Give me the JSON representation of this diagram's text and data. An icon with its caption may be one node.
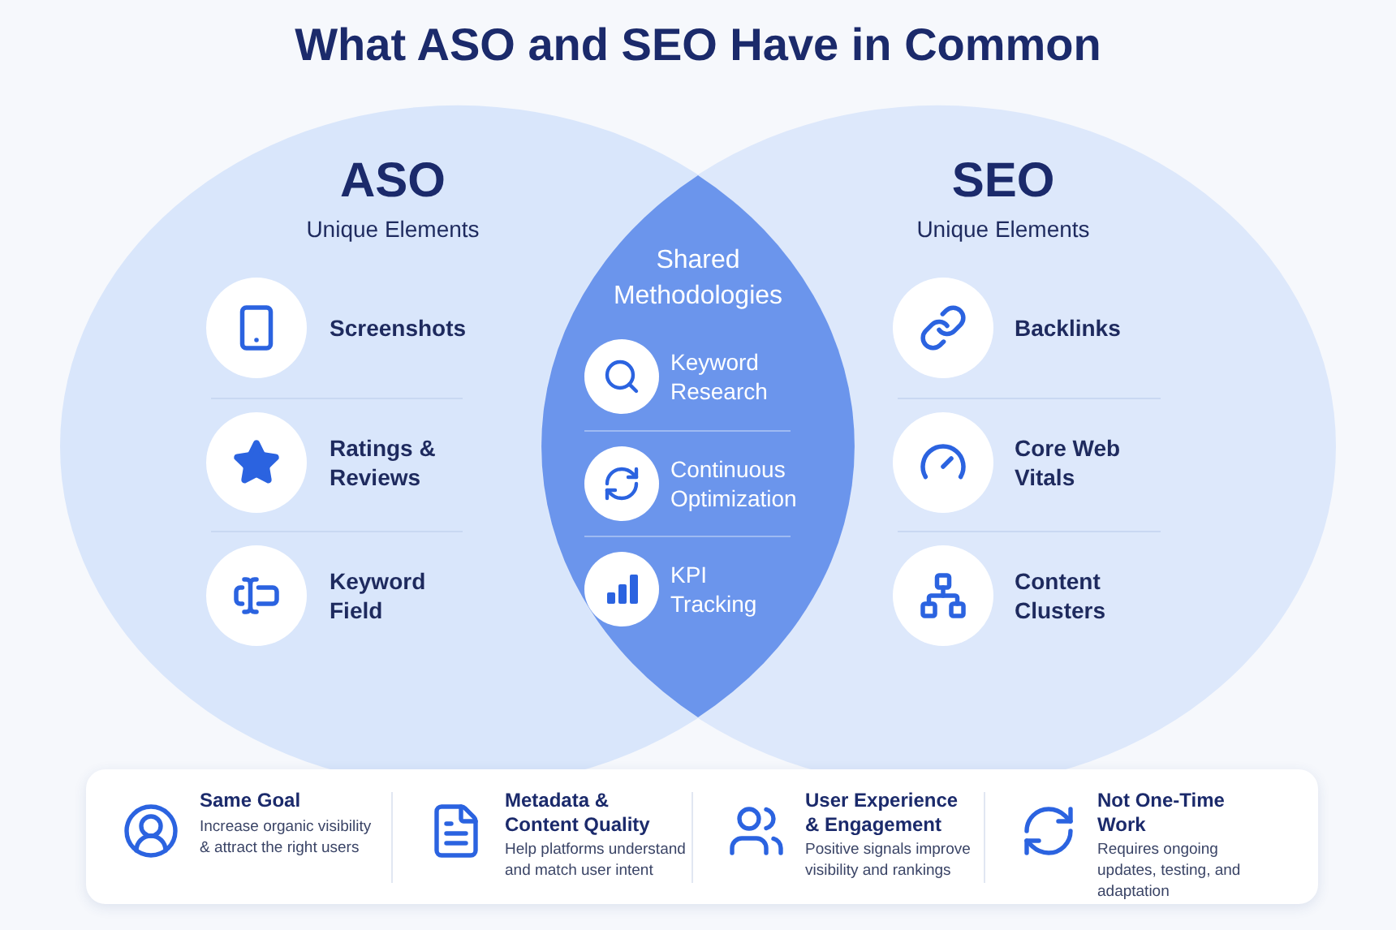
{
  "diagram": {
    "title": "What ASO and SEO Have in Common",
    "nodes": [
      {
        "text": [
          "ASO",
          "Unique Elements"
        ]
      },
      {
        "text": [
          "SEO",
          "Unique Elements"
        ]
      },
      {
        "text": [
          "Shared Methodologies"
        ]
      },
      {
        "text": [],
        "shape": "box"
      },
      {
        "text": [
          "Same Goal",
          "Increase organic visibility & attract the right users"
        ],
        "in": 3
      },
      {
        "text": [
          "Metadata & Content Quality",
          "Help platforms understand and match user intent"
        ],
        "in": 3
      },
      {
        "text": [
          "User Experience & Engagement",
          "Positive signals improve visibility and rankings"
        ],
        "in": 3
      },
      {
        "text": [
          "Not One-Time Work",
          "Requires ongoing updates, testing, and adaptation"
        ],
        "in": 3
      }
    ],
    "labels": [
      "Screenshots",
      "Ratings & Reviews",
      "Keyword Field",
      "Keyword Research",
      "Continuous Optimization",
      "KPI Tracking",
      "Backlinks",
      "Core Web Vitals",
      "Content Clusters"
    ]
  }
}
